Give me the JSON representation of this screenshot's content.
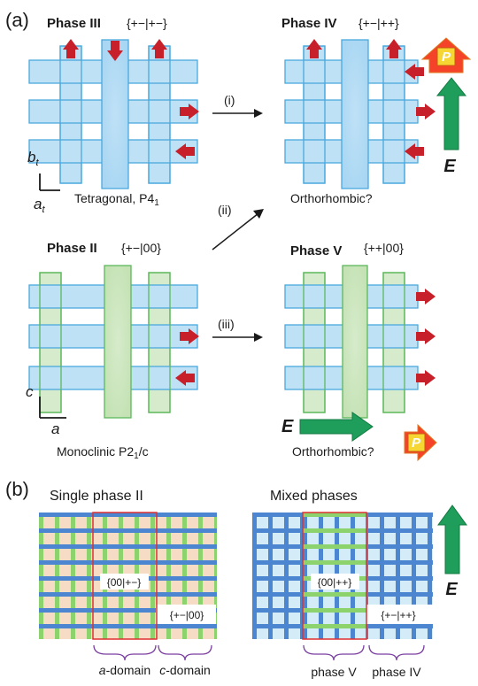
{
  "colors": {
    "blue_fill": "#bfe1f6",
    "blue_stroke": "#4aa9de",
    "green_fill": "#d6ebcb",
    "green_stroke": "#5cb85c",
    "dipole": "#c8202a",
    "field_arrow": "#1e9e5a",
    "p_arrow": "#f5432a",
    "p_label_fill": "#f5d633",
    "domain_box": "#e03030",
    "brace": "#7a3fa0",
    "lattice_blue": "#4d86d0",
    "lattice_green": "#8cd36e",
    "cell_peach": "#f7dcc5",
    "cell_lightblue": "#d3ecf8"
  },
  "panel_a": {
    "label": "(a)",
    "phase_iii": {
      "title": "Phase III",
      "notation": "{+−|+−}",
      "caption": "Tetragonal, P4",
      "caption_sub": "1"
    },
    "phase_iv": {
      "title": "Phase IV",
      "notation": "{+−|++}",
      "caption": "Orthorhombic?"
    },
    "phase_ii": {
      "title": "Phase II",
      "notation": "{+−|00}",
      "caption": "Monoclinic  P2",
      "caption_sub": "1",
      "caption_tail": "/c"
    },
    "phase_v": {
      "title": "Phase V",
      "notation": "{++|00}",
      "caption": "Orthorhombic?"
    },
    "transitions": [
      "(i)",
      "(ii)",
      "(iii)"
    ],
    "field_label": "E",
    "polarization_label": "P",
    "axes_tetragonal": {
      "vertical": "b",
      "vertical_sub": "t",
      "horizontal": "a",
      "horizontal_sub": "t"
    },
    "axes_monoclinic": {
      "vertical": "c",
      "horizontal": "a"
    }
  },
  "panel_b": {
    "label": "(b)",
    "left": {
      "title": "Single phase II",
      "domain_box_label": "{00|+−}",
      "region_label": "{+−|00}",
      "brace_labels": [
        {
          "italic": "a",
          "rest": "-domain"
        },
        {
          "italic": "c",
          "rest": "-domain"
        }
      ]
    },
    "right": {
      "title": "Mixed phases",
      "domain_box_label": "{00|++}",
      "region_label": "{+−|++}",
      "brace_labels": [
        "phase V",
        "phase IV"
      ]
    },
    "field_label": "E"
  }
}
